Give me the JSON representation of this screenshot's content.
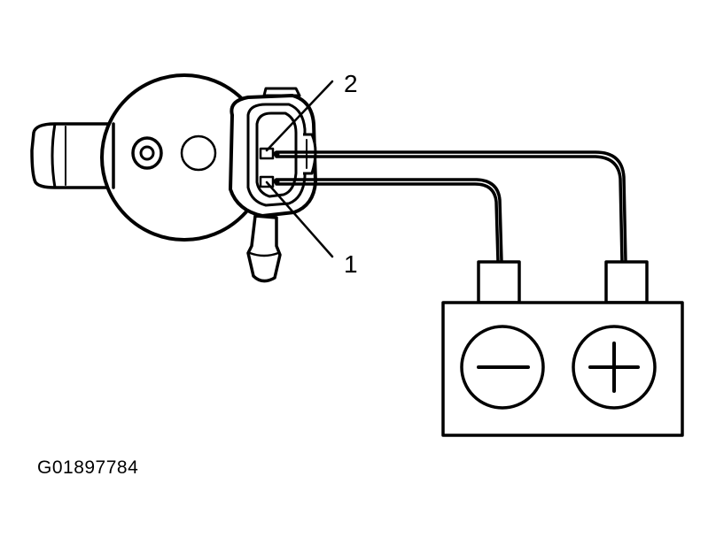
{
  "diagram": {
    "callouts": [
      {
        "label": "2",
        "target": "upper-terminal"
      },
      {
        "label": "1",
        "target": "lower-terminal"
      }
    ],
    "battery": {
      "negative_symbol": "minus",
      "positive_symbol": "plus"
    },
    "figure_id": "G01897784",
    "colors": {
      "line": "#000000",
      "background": "#ffffff"
    }
  }
}
